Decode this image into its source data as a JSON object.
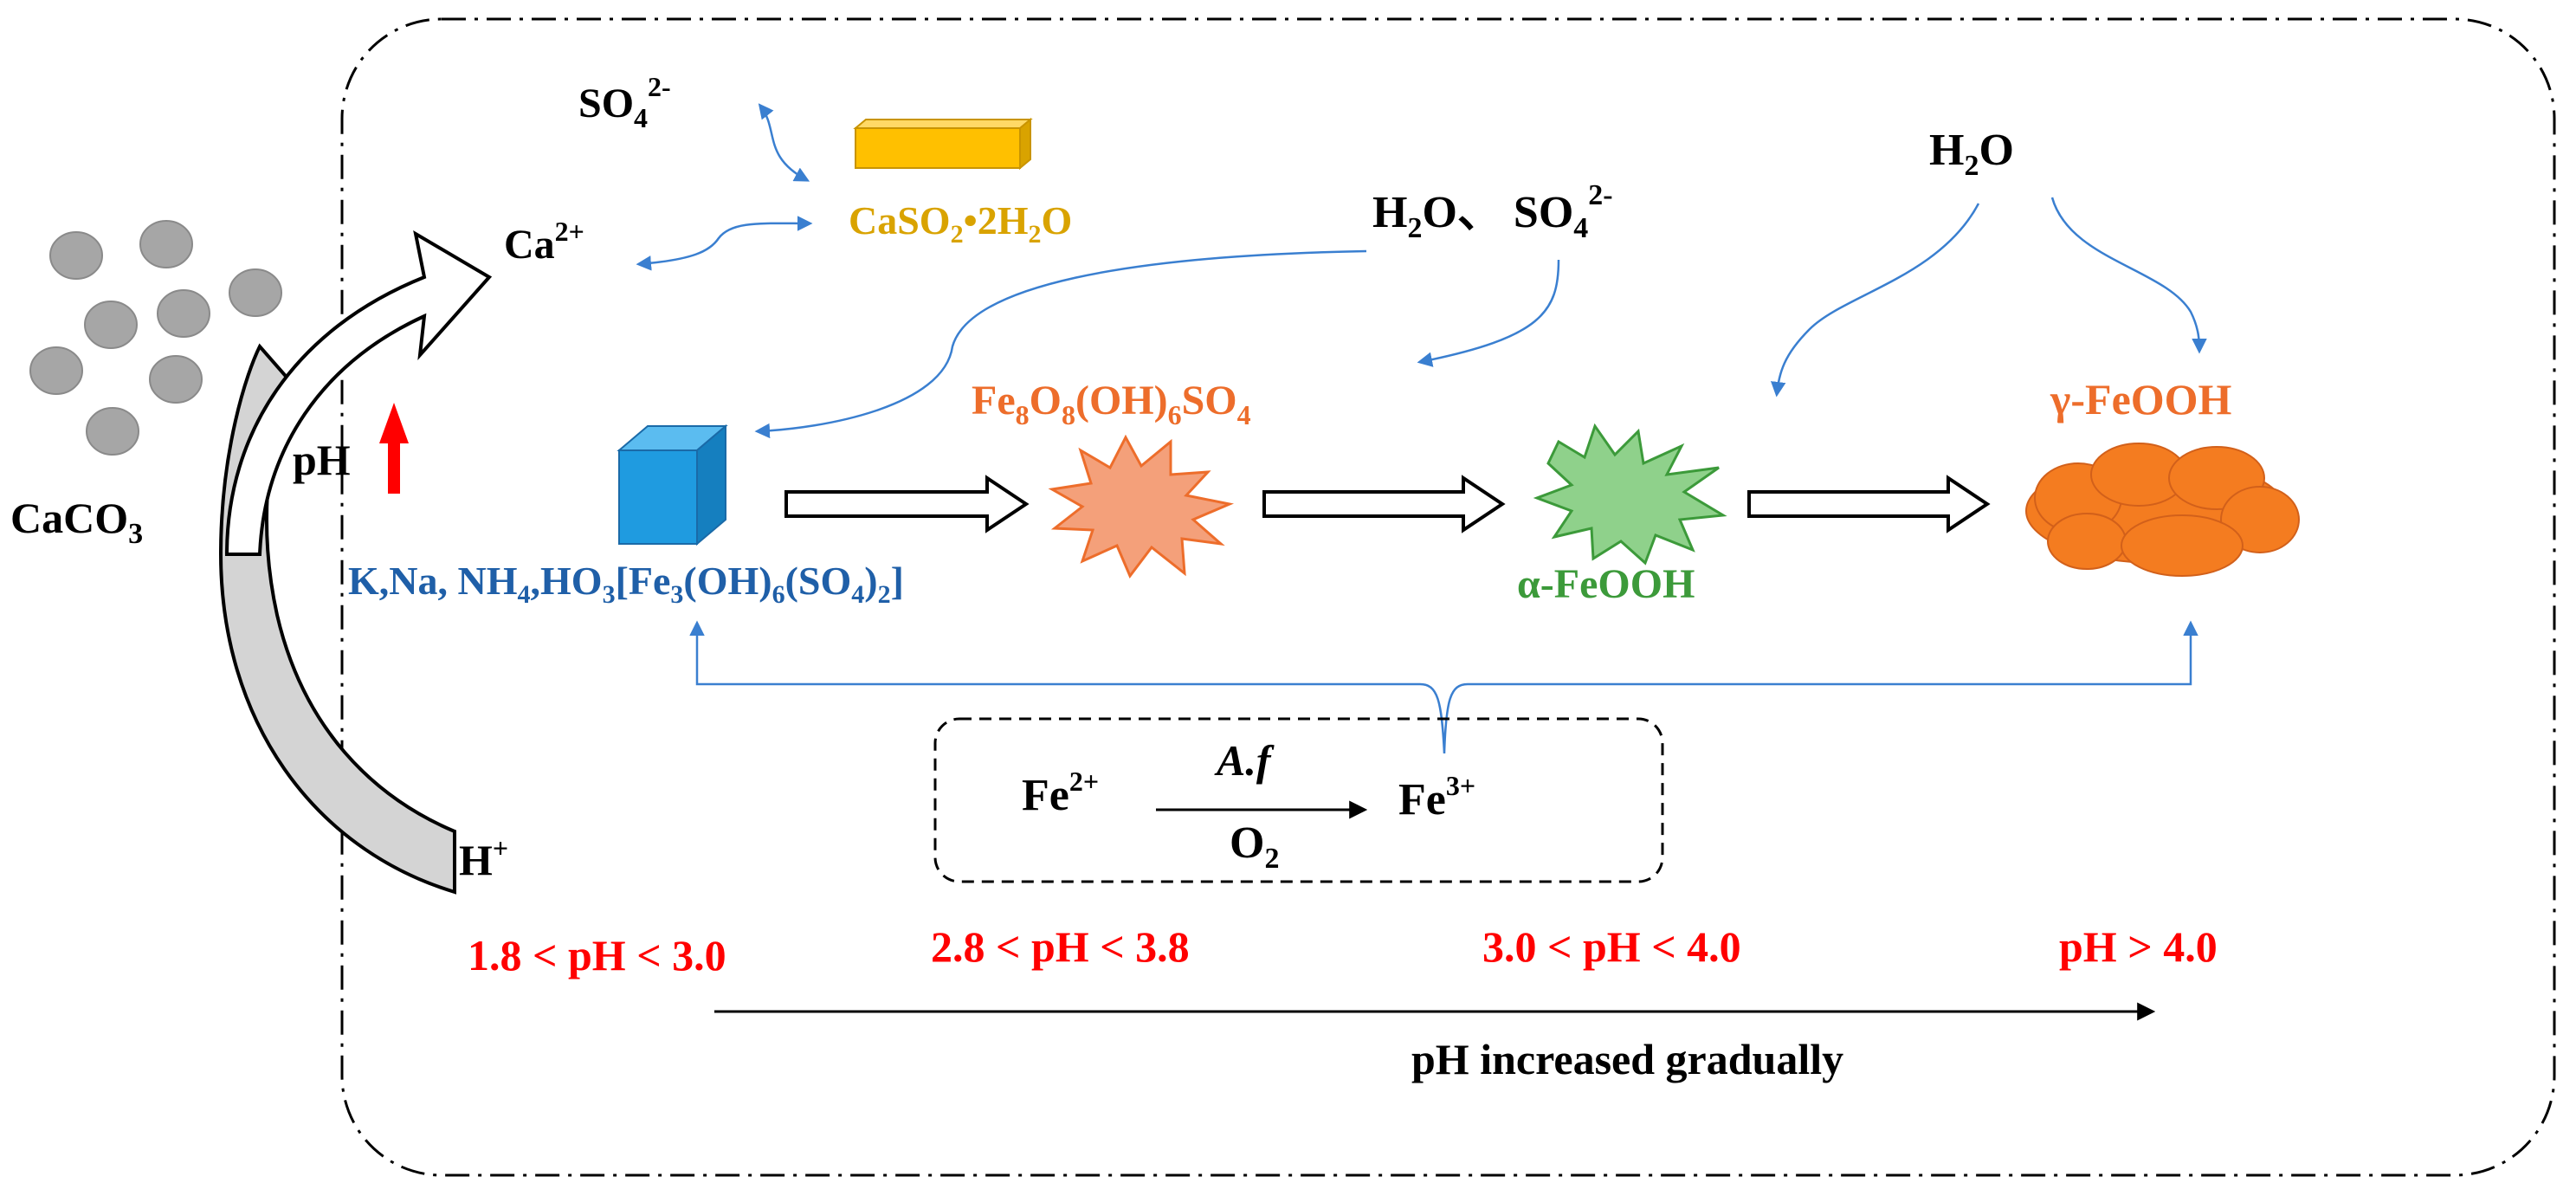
{
  "colors": {
    "black": "#000000",
    "blue_text": "#1f5fa8",
    "blue_arrow": "#3a7fd0",
    "gold": "#d9a300",
    "gold_fill": "#ffc000",
    "orange": "#ed6d2b",
    "orange_fill": "#f4a07a",
    "green": "#3c9a3a",
    "green_fill": "#8fd18b",
    "red": "#ff0000",
    "grey_particle": "#a6a6a6",
    "cube_fill": "#1f9be0"
  },
  "labels": {
    "so4_top": "SO",
    "so4_top_sub": "4",
    "so4_top_sup": "2-",
    "ca": "Ca",
    "ca_sup": "2+",
    "gypsum": "CaSO",
    "gypsum_sub1": "2",
    "gypsum_mid": "•2H",
    "gypsum_sub2": "2",
    "gypsum_end": "O",
    "h2o_so4": "H",
    "h2o_so4_sub1": "2",
    "h2o_so4_mid": "O、 SO",
    "h2o_so4_sub2": "4",
    "h2o_so4_sup": "2-",
    "h2o_right": "H",
    "h2o_right_sub": "2",
    "h2o_right_end": "O",
    "caco3": "CaCO",
    "caco3_sub": "3",
    "ph_up": "pH",
    "h_plus": "H",
    "h_plus_sup": "+",
    "jarosite_a": "K,Na, NH",
    "jarosite_sub1": "4",
    "jarosite_b": ",HO",
    "jarosite_sub2": "3",
    "jarosite_c": "[Fe",
    "jarosite_sub3": "3",
    "jarosite_d": "(OH)",
    "jarosite_sub4": "6",
    "jarosite_e": "(SO",
    "jarosite_sub5": "4",
    "jarosite_f": ")",
    "jarosite_sub6": "2",
    "jarosite_g": "]",
    "schw_a": "Fe",
    "schw_sub1": "8",
    "schw_b": "O",
    "schw_sub2": "8",
    "schw_c": "(OH)",
    "schw_sub3": "6",
    "schw_d": "SO",
    "schw_sub4": "4",
    "goethite": "α-FeOOH",
    "lepido": "γ-FeOOH",
    "fe2": "Fe",
    "fe2_sup": "2+",
    "fe3": "Fe",
    "fe3_sup": "3+",
    "af": "A.f",
    "o2": "O",
    "o2_sub": "2",
    "ph_range1": "1.8 < pH < 3.0",
    "ph_range2": "2.8 < pH < 3.8",
    "ph_range3": "3.0 < pH < 4.0",
    "ph_range4": "pH > 4.0",
    "ph_axis": "pH  increased gradually"
  }
}
